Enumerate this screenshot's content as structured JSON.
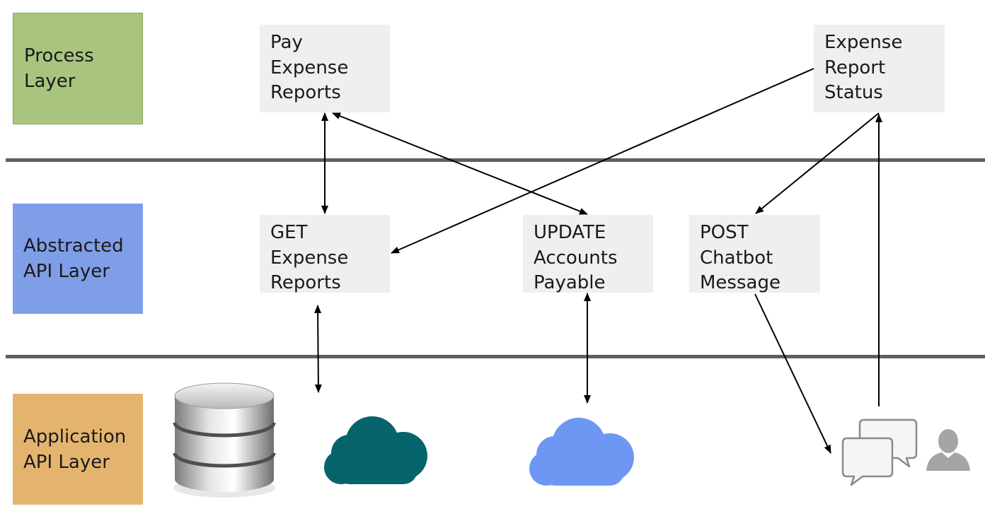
{
  "layers": {
    "process": {
      "line1": "Process",
      "line2": "Layer",
      "color": "#a9c47f"
    },
    "abstracted": {
      "line1": "Abstracted",
      "line2": "API Layer",
      "color": "#7f9ee8"
    },
    "application": {
      "line1": "Application",
      "line2": "API Layer",
      "color": "#e4b46e"
    }
  },
  "process_apis": {
    "pay_expense_reports": {
      "line1": "Pay",
      "line2": "Expense",
      "line3": "Reports"
    },
    "expense_report_status": {
      "line1": "Expense",
      "line2": "Report",
      "line3": "Status"
    }
  },
  "abstracted_apis": {
    "get_expense_reports": {
      "line1": "GET",
      "line2": "Expense",
      "line3": "Reports"
    },
    "update_accounts_payable": {
      "line1": "UPDATE",
      "line2": "Accounts",
      "line3": "Payable"
    },
    "post_chatbot_message": {
      "line1": "POST",
      "line2": "Chatbot",
      "line3": "Message"
    }
  },
  "application_icons": [
    "database-icon",
    "teal-cloud-icon",
    "blue-cloud-icon",
    "chat-bubbles-icon",
    "user-icon"
  ],
  "colors": {
    "teal_cloud": "#05636b",
    "blue_cloud": "#6d97f2",
    "divider": "#5f5f5f",
    "api_box": "#efefef"
  }
}
